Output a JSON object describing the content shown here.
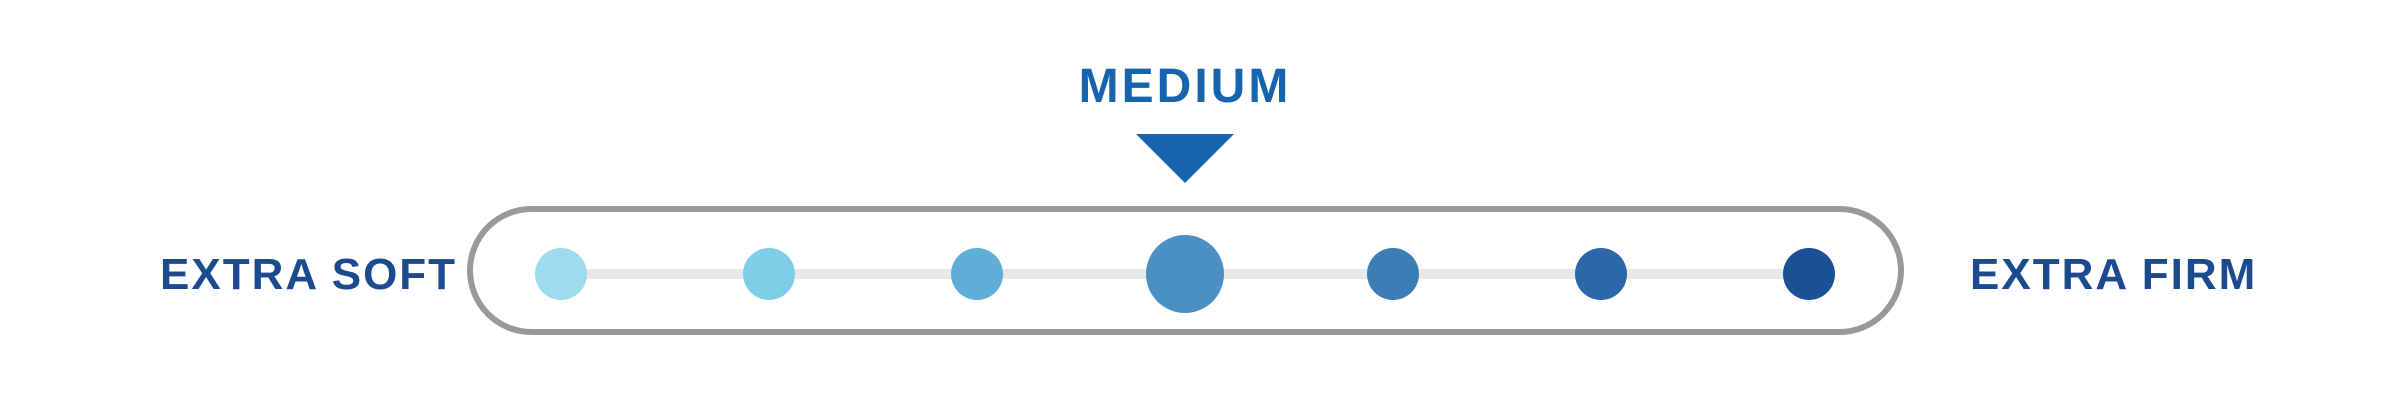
{
  "colors": {
    "background": "#FFFFFF",
    "pill_border": "#999999",
    "track": "#E8E8E8",
    "side_label": "#1B4A8F",
    "marker": "#1663AE"
  },
  "scale": {
    "left_label": "EXTRA SOFT",
    "right_label": "EXTRA FIRM",
    "marker_label": "MEDIUM",
    "selected_index": 3,
    "levels": [
      {
        "position": 1,
        "color": "#9FDBEF",
        "diameter": 52,
        "selected": false
      },
      {
        "position": 2,
        "color": "#7FCEE7",
        "diameter": 52,
        "selected": false
      },
      {
        "position": 3,
        "color": "#5FAED7",
        "diameter": 52,
        "selected": false
      },
      {
        "position": 4,
        "color": "#4A90C4",
        "diameter": 78,
        "selected": true
      },
      {
        "position": 5,
        "color": "#3C7DB5",
        "diameter": 52,
        "selected": false
      },
      {
        "position": 6,
        "color": "#2C67A8",
        "diameter": 52,
        "selected": false
      },
      {
        "position": 7,
        "color": "#1A5094",
        "diameter": 52,
        "selected": false
      }
    ]
  }
}
